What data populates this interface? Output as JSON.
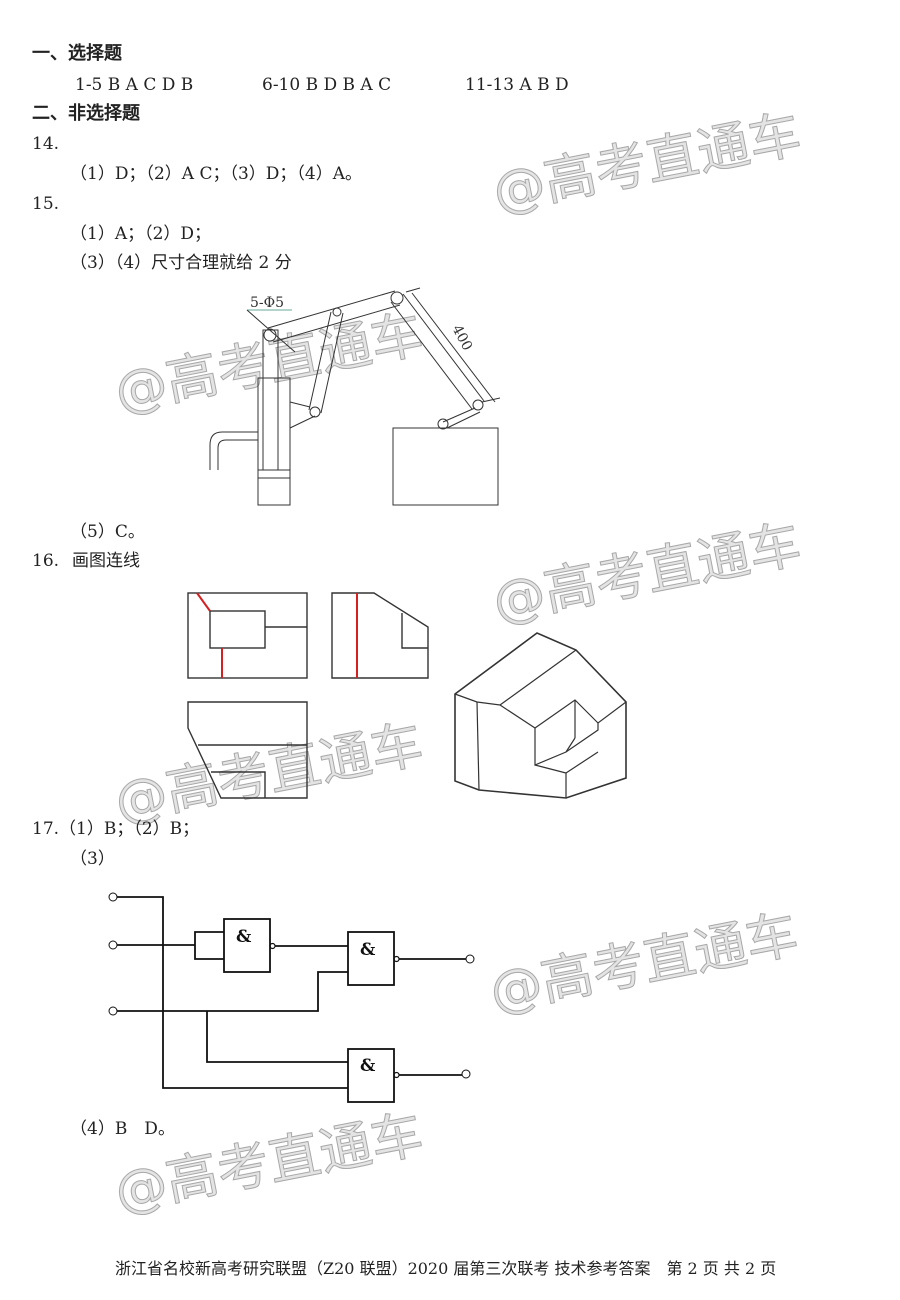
{
  "section1": {
    "title": "一、选择题",
    "answers": [
      "1-5 B A C D B",
      "6-10 B D B A C",
      "11-13 A B D"
    ]
  },
  "section2": {
    "title": "二、非选择题",
    "q14": {
      "number": "14.",
      "line1": "（1）D；（2）A C；（3）D；（4）A。"
    },
    "q15": {
      "number": "15.",
      "line1": "（1）A；（2）D；",
      "line2": "（3）（4）尺寸合理就给 2 分",
      "figure_labels": {
        "hole_note": "5-Φ5",
        "dimension": "400"
      },
      "line3": "（5）C。"
    },
    "q16": {
      "number": "16.",
      "label": "画图连线"
    },
    "q17": {
      "line1": "17.（1）B；（2）B；",
      "line2": "（3）",
      "gate_symbol": "&",
      "line3": "（4）B　D。"
    }
  },
  "watermark": "@高考直通车",
  "footer": "浙江省名校新高考研究联盟（Z20 联盟）2020 届第三次联考 技术参考答案　第 2 页 共 2 页",
  "colors": {
    "red_line": "#d42020",
    "ink": "#222222"
  }
}
